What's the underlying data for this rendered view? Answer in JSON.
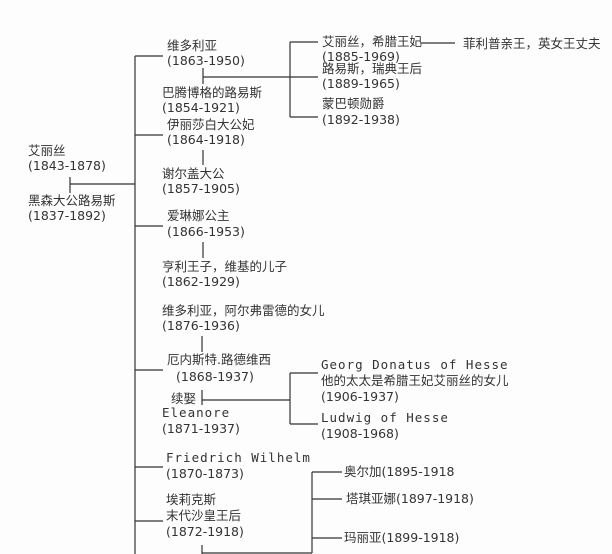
{
  "root": {
    "wife": "艾丽丝",
    "wife_dates": "(1843-1878)",
    "husband": "黑森大公路易斯",
    "husband_dates": "(1837-1892)"
  },
  "children": {
    "victoria": {
      "name": "维多利亚",
      "dates": "(1863-1950)",
      "spouse": "巴腾博格的路易斯",
      "spouse_dates": "(1854-1921)"
    },
    "elisabeth": {
      "name": "伊丽莎白大公妃",
      "dates": "(1864-1918)",
      "spouse": "谢尔盖大公",
      "spouse_dates": "(1857-1905)"
    },
    "irene": {
      "name": "爱琳娜公主",
      "dates": "(1866-1953)",
      "spouse": "亨利王子，维基的儿子",
      "spouse_dates": "(1862-1929)"
    },
    "ernst": {
      "first_wife": "维多利亚，阿尔弗雷德的女儿",
      "first_wife_dates": "(1876-1936)",
      "name": "厄内斯特.路德维西",
      "dates": "(1868-1937)",
      "remarried": "续娶",
      "second_wife": "Eleanore",
      "second_wife_dates": "(1871-1937)"
    },
    "friedrich": {
      "name": "Friedrich Wilhelm",
      "dates": "(1870-1873)"
    },
    "alix": {
      "name": "埃莉克斯",
      "title": "末代沙皇王后",
      "dates": "(1872-1918)"
    }
  },
  "grandchildren": {
    "alice": {
      "name": "艾丽丝，希腊王妃",
      "dates": "(1885-1969)",
      "spouse": "菲利普亲王，英女王丈夫"
    },
    "louise": {
      "name": "路易斯，瑞典王后",
      "dates": "(1889-1965)"
    },
    "mountbatten": {
      "name": "蒙巴顿勋爵",
      "dates": "(1892-1938)"
    },
    "georg": {
      "name": "Georg Donatus of Hesse",
      "note": "他的太太是希腊王妃艾丽丝的女儿",
      "dates": "(1906-1937)"
    },
    "ludwig": {
      "name": "Ludwig of Hesse",
      "dates": "(1908-1968)"
    },
    "olga": {
      "label": "奥尔加(1895-1918"
    },
    "tatiana": {
      "label": "塔琪亚娜(1897-1918)"
    },
    "maria": {
      "label": "玛丽亚(1899-1918)"
    }
  }
}
